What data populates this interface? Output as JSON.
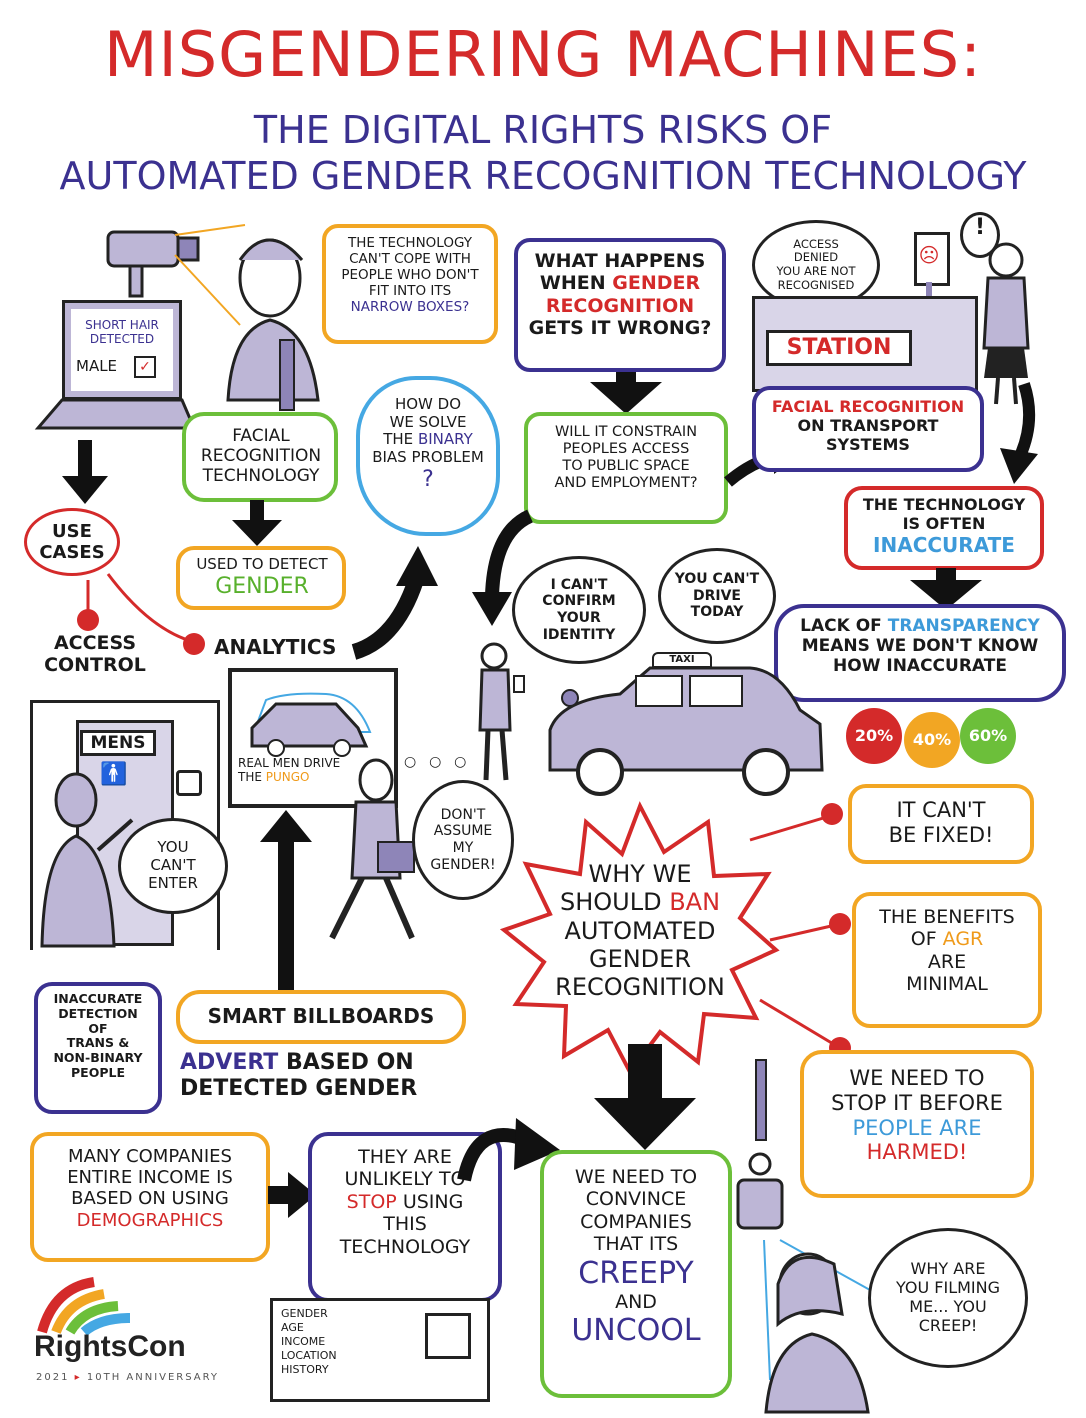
{
  "header": {
    "title": "MISGENDERING MACHINES:",
    "subtitle_line1": "THE DIGITAL RIGHTS RISKS OF",
    "subtitle_line2": "AUTOMATED GENDER RECOGNITION TECHNOLOGY"
  },
  "laptop": {
    "line1": "SHORT HAIR",
    "line2": "DETECTED",
    "check_label": "MALE",
    "check_mark": "✓"
  },
  "woman_bubble": [
    "THE TECHNOLOGY",
    "CAN'T COPE WITH",
    "PEOPLE WHO DON'T",
    "FIT INTO ITS"
  ],
  "woman_bubble_highlight": "NARROW BOXES?",
  "facial_box": [
    "FACIAL",
    "RECOGNITION",
    "TECHNOLOGY"
  ],
  "detect_box": {
    "line1": "USED TO DETECT",
    "highlight": "GENDER"
  },
  "use_cases": {
    "label": "USE CASES",
    "access_control": "ACCESS CONTROL",
    "analytics": "ANALYTICS"
  },
  "cloud": {
    "line1": "HOW DO",
    "line2": "WE SOLVE",
    "line3_pre": "THE",
    "line3_hl": "BINARY",
    "line4": "BIAS PROBLEM",
    "q": "?"
  },
  "what_happens": {
    "l1": "WHAT HAPPENS",
    "l2_pre": "WHEN",
    "l2_hl": "GENDER",
    "l3_hl": "RECOGNITION",
    "l4": "GETS IT WRONG?"
  },
  "constrain": [
    "WILL IT CONSTRAIN",
    "PEOPLES ACCESS",
    "TO PUBLIC SPACE",
    "AND EMPLOYMENT?"
  ],
  "station": {
    "bubble": [
      "ACCESS",
      "DENIED",
      "YOU ARE NOT",
      "RECOGNISED"
    ],
    "sign": "STATION",
    "exclaim": "!",
    "face": "☹"
  },
  "transport": {
    "hl": "FACIAL RECOGNITION",
    "l2": "ON TRANSPORT",
    "l3": "SYSTEMS"
  },
  "inaccurate": {
    "l1": "THE TECHNOLOGY",
    "l2": "IS OFTEN",
    "hl": "INACCURATE"
  },
  "transparency": {
    "l1_pre": "LACK OF",
    "l1_hl": "TRANSPARENCY",
    "l2": "MEANS WE DON'T KNOW",
    "l3": "HOW INACCURATE"
  },
  "percents": [
    "20%",
    "40%",
    "60%"
  ],
  "taxi": {
    "sign": "TAXI",
    "bubble_left": [
      "I CAN'T",
      "CONFIRM",
      "YOUR",
      "IDENTITY"
    ],
    "bubble_right": [
      "YOU CAN'T",
      "DRIVE",
      "TODAY"
    ]
  },
  "mens": {
    "sign": "MENS",
    "bubble": [
      "YOU",
      "CAN'T",
      "ENTER"
    ]
  },
  "billboard": {
    "text_pre": "REAL MEN DRIVE",
    "text_the": "THE",
    "text_hl": "PUNGO",
    "thought": [
      "DON'T",
      "ASSUME",
      "MY",
      "GENDER!"
    ]
  },
  "inaccurate_detection": [
    "INACCURATE",
    "DETECTION",
    "OF",
    "TRANS &",
    "NON-BINARY",
    "PEOPLE"
  ],
  "smart_billboards": "SMART BILLBOARDS",
  "advert": {
    "hl": "ADVERT",
    "l1": "BASED ON",
    "l2": "DETECTED GENDER"
  },
  "ban": {
    "l1": "WHY WE",
    "l2_pre": "SHOULD",
    "l2_hl": "BAN",
    "l3": "AUTOMATED",
    "l4": "GENDER",
    "l5": "RECOGNITION"
  },
  "cant_fix": [
    "IT CAN'T",
    "BE FIXED!"
  ],
  "benefits": {
    "l1": "THE BENEFITS",
    "l2_pre": "OF",
    "l2_hl": "AGR",
    "l3": "ARE",
    "l4": "MINIMAL"
  },
  "stop_harm": {
    "l1": "WE NEED TO",
    "l2": "STOP IT BEFORE",
    "l3_hl": "PEOPLE ARE",
    "l4_hl": "HARMED!"
  },
  "companies": {
    "l1": "MANY COMPANIES",
    "l2": "ENTIRE INCOME IS",
    "l3": "BASED ON USING",
    "hl": "DEMOGRAPHICS"
  },
  "unlikely": {
    "l1": "THEY ARE",
    "l2": "UNLIKELY TO",
    "l3_hl": "STOP",
    "l3_post": "USING",
    "l4": "THIS",
    "l5": "TECHNOLOGY"
  },
  "convince": {
    "l1": "WE NEED TO",
    "l2": "CONVINCE",
    "l3": "COMPANIES",
    "l4": "THAT ITS",
    "hl1": "CREEPY",
    "l5": "AND",
    "hl2": "UNCOOL"
  },
  "id_card": [
    "GENDER",
    "AGE",
    "INCOME",
    "LOCATION",
    "HISTORY"
  ],
  "creep_bubble": [
    "WHY ARE",
    "YOU FILMING",
    "ME... YOU",
    "CREEP!"
  ],
  "logo": {
    "name": "RightsCon",
    "year": "2021",
    "anniv": "10TH ANNIVERSARY"
  },
  "colors": {
    "red": "#d42a2a",
    "purple": "#3b3190",
    "orange": "#f2a623",
    "green": "#6cbf3a",
    "blue": "#45a8e3"
  }
}
